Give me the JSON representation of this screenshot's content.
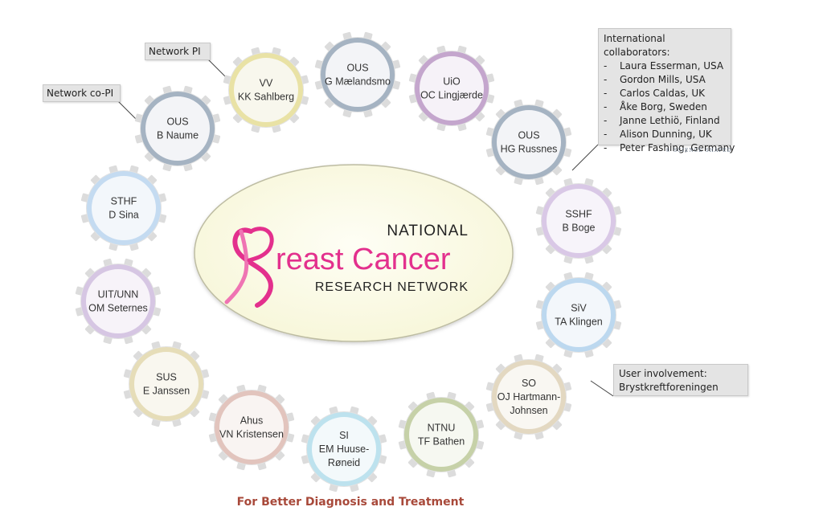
{
  "logo": {
    "national": "NATIONAL",
    "breast_cancer": "reast Cancer",
    "b_letter": "B",
    "research_network": "RESEARCH NETWORK"
  },
  "nodes": [
    {
      "id": "ous-naume",
      "line1": "OUS",
      "line2": "B Naume",
      "line3": "",
      "color": "#a5b3c2",
      "inner": "#f3f4f7"
    },
    {
      "id": "vv-sahlberg",
      "line1": "VV",
      "line2": "KK Sahlberg",
      "line3": "",
      "color": "#e9e2a5",
      "inner": "#f8f7ed"
    },
    {
      "id": "ous-maelandsmo",
      "line1": "OUS",
      "line2": "G Mælandsmo",
      "line3": "",
      "color": "#a5b3c2",
      "inner": "#f3f4f7"
    },
    {
      "id": "uio-lingjaerde",
      "line1": "UiO",
      "line2": "OC Lingjærde",
      "line3": "",
      "color": "#c4a6cd",
      "inner": "#f6f2f8"
    },
    {
      "id": "ous-russnes",
      "line1": "OUS",
      "line2": "HG Russnes",
      "line3": "",
      "color": "#a5b3c2",
      "inner": "#f3f4f7"
    },
    {
      "id": "sshf-boge",
      "line1": "SSHF",
      "line2": "B Boge",
      "line3": "",
      "color": "#d9c8e6",
      "inner": "#f7f4fa"
    },
    {
      "id": "siv-klingen",
      "line1": "SiV",
      "line2": "TA Klingen",
      "line3": "",
      "color": "#bcd8ef",
      "inner": "#f3f7fb"
    },
    {
      "id": "so-hartmann",
      "line1": "SO",
      "line2": "OJ Hartmann-",
      "line3": "Johnsen",
      "color": "#e3d8c1",
      "inner": "#f9f7f2"
    },
    {
      "id": "ntnu-bathen",
      "line1": "NTNU",
      "line2": "TF Bathen",
      "line3": "",
      "color": "#c6d1a8",
      "inner": "#f6f8f1"
    },
    {
      "id": "si-huuse",
      "line1": "SI",
      "line2": "EM Huuse-",
      "line3": "Røneid",
      "color": "#bde2ee",
      "inner": "#f3f9fb"
    },
    {
      "id": "ahus-kristensen",
      "line1": "Ahus",
      "line2": "VN Kristensen",
      "line3": "",
      "color": "#e2c4bd",
      "inner": "#f9f4f2"
    },
    {
      "id": "sus-janssen",
      "line1": "SUS",
      "line2": "E Janssen",
      "line3": "",
      "color": "#e6ddb8",
      "inner": "#f9f7ef"
    },
    {
      "id": "uit-seternes",
      "line1": "UIT/UNN",
      "line2": "OM Seternes",
      "line3": "",
      "color": "#d6c6e3",
      "inner": "#f7f3f9"
    },
    {
      "id": "sthf-sina",
      "line1": "STHF",
      "line2": "D Sina",
      "line3": "",
      "color": "#c4dbf1",
      "inner": "#f3f7fb"
    }
  ],
  "labels": {
    "network_pi": "Network PI",
    "network_copi": "Network co-PI",
    "international_title": "International collaborators:",
    "international": [
      "Laura Esserman, USA",
      "Gordon Mills, USA",
      "Carlos Caldas, UK",
      "Åke Borg, Sweden",
      "Janne Lethiö, Finland",
      "Alison Dunning, UK",
      "Peter Fashing, Germany"
    ],
    "dash": "-",
    "science_shaped": "© SCIENCE SHAPED",
    "user_title": "User involvement:",
    "user_org": "Brystkreftforeningen"
  },
  "footer": "For Better Diagnosis and Treatment",
  "colors": {
    "pink": "#e3308d",
    "ellipse_fill": "#fbfbe6",
    "ellipse_stroke": "#b8b8a0",
    "footer": "#a8493a"
  }
}
